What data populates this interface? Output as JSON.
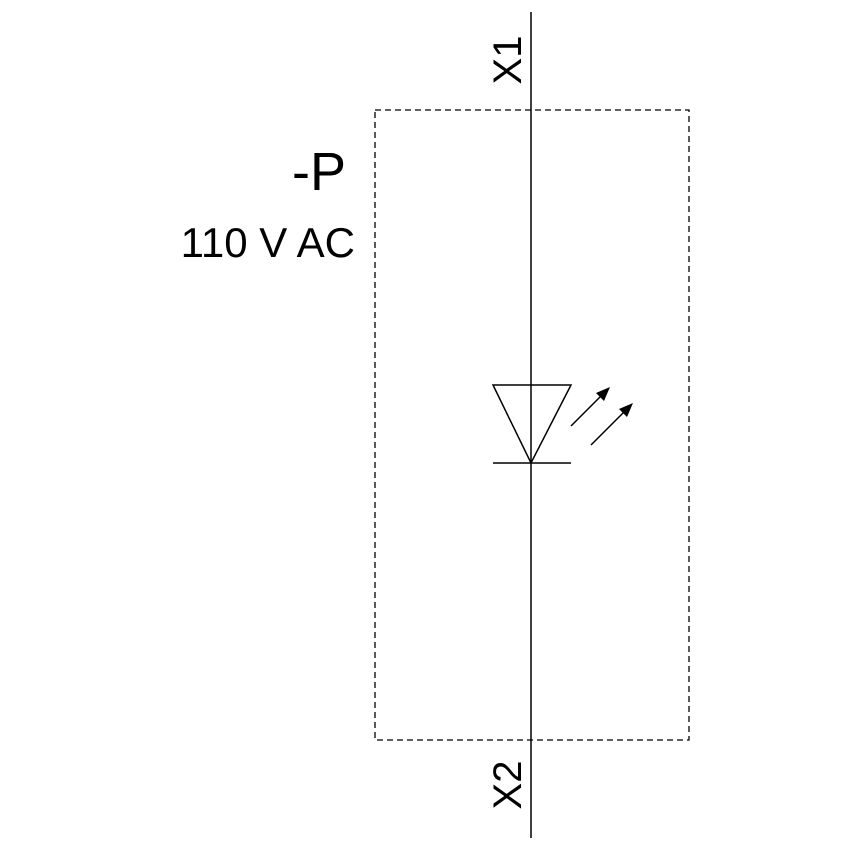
{
  "device": {
    "designation": "-P",
    "rating": "110 V AC"
  },
  "terminals": {
    "top": "X1",
    "bottom": "X2"
  },
  "symbol": {
    "name": "LED indicator lamp",
    "icon": "led-diode-icon"
  },
  "colors": {
    "line": "#000000",
    "background": "#ffffff"
  }
}
